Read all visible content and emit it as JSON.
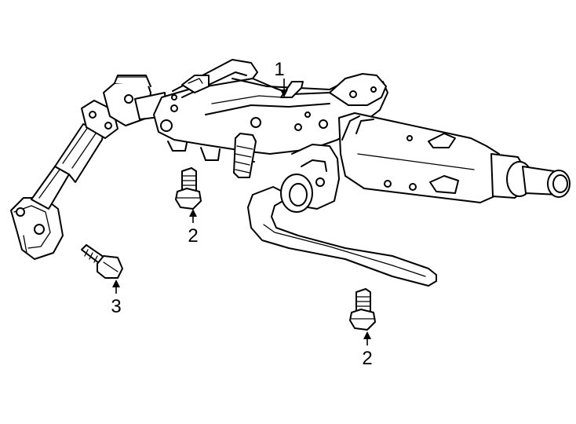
{
  "callouts": {
    "c1": "1",
    "c2a": "2",
    "c2b": "2",
    "c3": "3"
  },
  "colors": {
    "line": "#000000",
    "background": "#ffffff"
  }
}
